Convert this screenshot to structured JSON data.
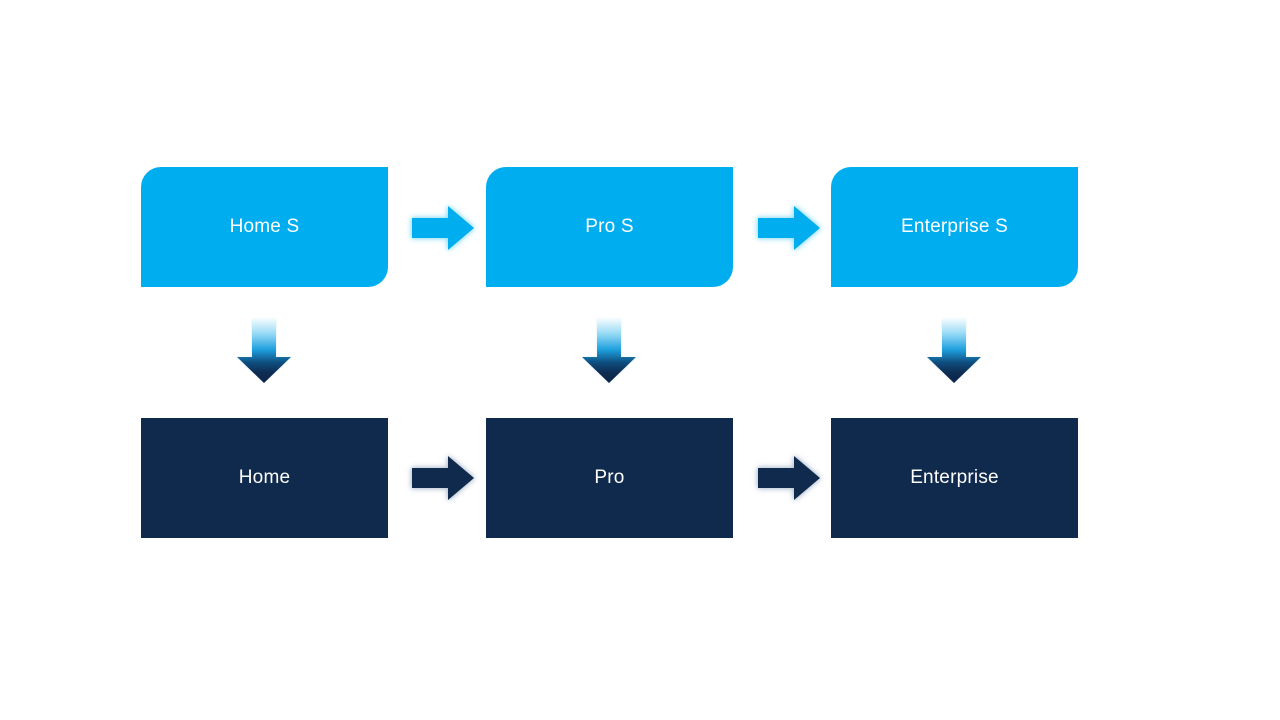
{
  "canvas": {
    "background": "#ffffff"
  },
  "diagram": {
    "type": "flow",
    "colors": {
      "top_box_fill": "#00AEEF",
      "bottom_box_fill": "#102A4D",
      "box_text": "#ffffff",
      "top_arrow_fill": "#00AEEF",
      "bottom_arrow_fill": "#102A4D",
      "down_arrow_gradient_top": "#F2FBFE",
      "down_arrow_gradient_mid": "#1E9FDE",
      "down_arrow_gradient_bottom": "#0C2447"
    },
    "top_row": [
      {
        "label": "Home S"
      },
      {
        "label": "Pro S"
      },
      {
        "label": "Enterprise S"
      }
    ],
    "bottom_row": [
      {
        "label": "Home"
      },
      {
        "label": "Pro"
      },
      {
        "label": "Enterprise"
      }
    ],
    "connections": {
      "horizontal_top": [
        "Home S -> Pro S",
        "Pro S -> Enterprise S"
      ],
      "horizontal_bottom": [
        "Home -> Pro",
        "Pro -> Enterprise"
      ],
      "vertical": [
        "Home S -> Home",
        "Pro S -> Pro",
        "Enterprise S -> Enterprise"
      ]
    }
  }
}
